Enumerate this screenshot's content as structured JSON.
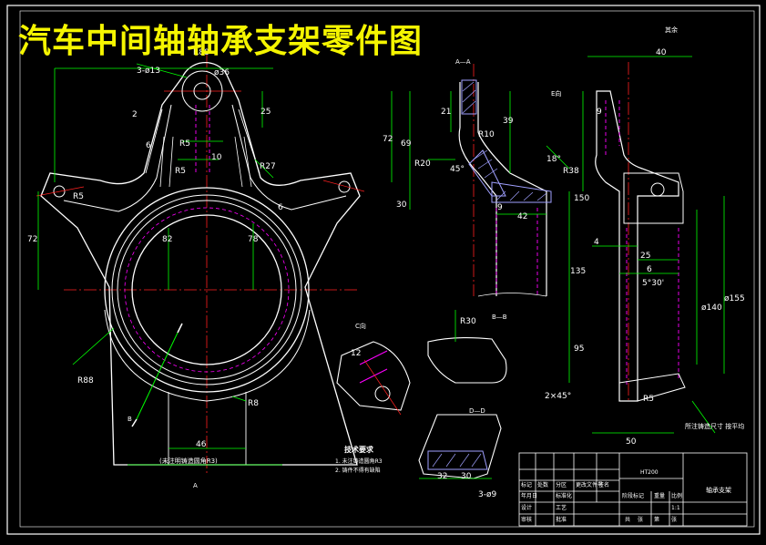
{
  "title": "汽车中间轴轴承支架零件图",
  "corner_note": "其余",
  "colors": {
    "background": "#000000",
    "outline": "#ffffff",
    "dimension": "#00ff00",
    "center_line": "#ff2020",
    "hidden_line": "#ff00ff",
    "title_text": "#f5f500",
    "hatch": "#a0a0ff"
  },
  "dimensions": {
    "hole_count": "3-ø13",
    "d36": "ø36",
    "r88_top": "R88",
    "v25": "25",
    "v72_left": "72",
    "v72_right": "72",
    "v69": "69",
    "r5_a": "R5",
    "r5_b": "R5",
    "r5_c": "R5",
    "v10": "10",
    "r27": "R27",
    "v82": "82",
    "v78": "78",
    "r88_low": "R88",
    "r8": "R8",
    "v46": "46",
    "v2": "2",
    "v6_a": "6",
    "v6_b": "6",
    "v30": "30",
    "v21": "21",
    "r10": "R10",
    "v39": "39",
    "r20": "R20",
    "angle45": "45°",
    "angle18": "18°",
    "r38": "R38",
    "v9_a": "9",
    "v42": "42",
    "v40": "40",
    "v9_b": "9",
    "v150": "150",
    "v4": "4",
    "v25b": "25",
    "v6_c": "6",
    "angle530": "5°30'",
    "d140": "ø140",
    "d155": "ø155",
    "v135": "135",
    "v95": "95",
    "chamfer": "2×45°",
    "r5_d": "R5",
    "v50": "50",
    "r30": "R30",
    "v12": "12",
    "v32": "32",
    "v30b": "30",
    "d8": "3-ø9"
  },
  "section_labels": {
    "a_a": "A—A",
    "b_b": "B—B",
    "c_c": "C向",
    "d_d": "D—D",
    "e": "E向",
    "a": "A",
    "b": "B"
  },
  "notes": {
    "bottom_center": "(未注明铸造圆角R3)",
    "side_note": "所注铸造尺寸\n按平均"
  },
  "tech_requirements": {
    "heading": "技术要求",
    "items": [
      "1. 未注铸造圆角R3",
      "2. 铸件不得有缺陷"
    ]
  },
  "title_block": {
    "part_name": "轴承支架",
    "material": "HT200",
    "cells": [
      "标记",
      "处数",
      "分区",
      "更改文件号",
      "签名",
      "年月日",
      "设计",
      "标准化",
      "阶段标记",
      "重量",
      "比例",
      "审核",
      "工艺",
      "批准",
      "共",
      "张",
      "第",
      "张",
      "1:1"
    ]
  }
}
